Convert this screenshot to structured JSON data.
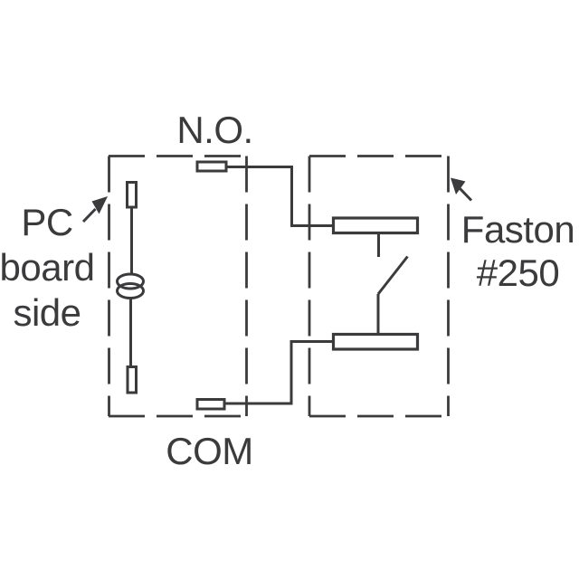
{
  "colors": {
    "ink": "#3b3b3d",
    "background": "#ffffff"
  },
  "labels": {
    "no": "N.O.",
    "com": "COM",
    "pc_board": {
      "line1": "PC",
      "line2": "board",
      "line3": "side"
    },
    "faston": {
      "line1": "Faston",
      "line2": "#250"
    }
  }
}
